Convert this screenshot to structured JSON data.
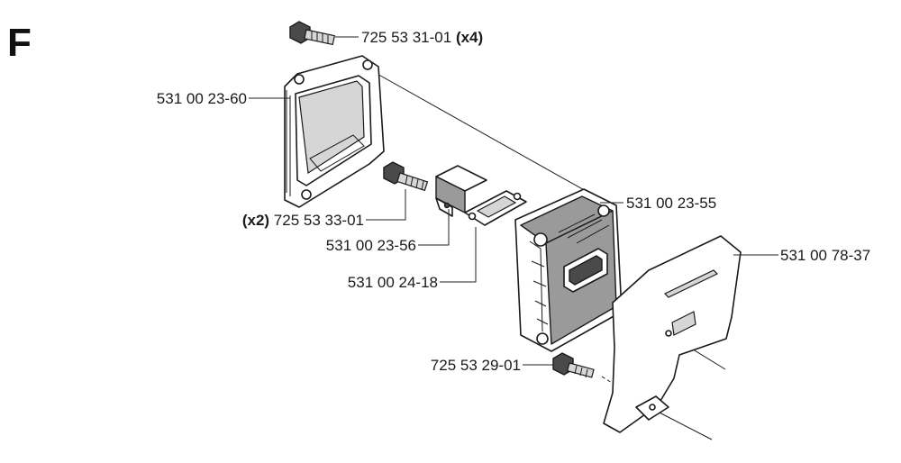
{
  "section_letter": "F",
  "labels": [
    {
      "id": "bolt-top",
      "part": "725 53 31-01",
      "qty": "(x4)",
      "qty_pos": "after"
    },
    {
      "id": "cover",
      "part": "531 00 23-60",
      "qty": "",
      "qty_pos": ""
    },
    {
      "id": "muffler",
      "part": "531 00 23-55",
      "qty": "",
      "qty_pos": ""
    },
    {
      "id": "bolt-mid",
      "part": "725 53 33-01",
      "qty": "(x2)",
      "qty_pos": "before"
    },
    {
      "id": "deflector",
      "part": "531 00 23-56",
      "qty": "",
      "qty_pos": ""
    },
    {
      "id": "gasket",
      "part": "531 00 24-18",
      "qty": "",
      "qty_pos": ""
    },
    {
      "id": "guard-plate",
      "part": "531 00 78-37",
      "qty": "",
      "qty_pos": ""
    },
    {
      "id": "bolt-bottom",
      "part": "725 53 29-01",
      "qty": "",
      "qty_pos": ""
    }
  ],
  "colors": {
    "ink": "#1a1a1a",
    "shade": "#9a9a9a",
    "dark": "#4a4a4a"
  }
}
